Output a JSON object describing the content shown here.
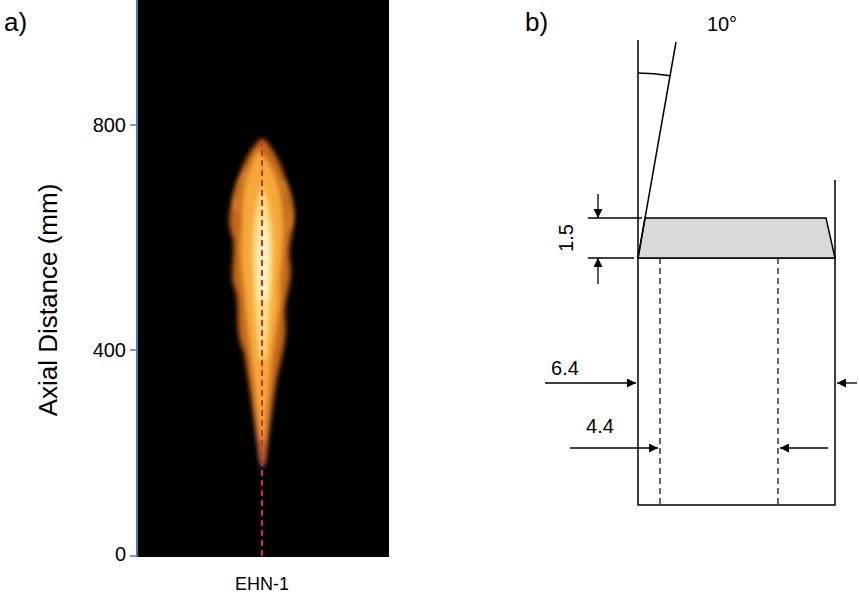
{
  "diagram": {
    "labels": [
      "a)",
      "b)",
      "800",
      "400",
      "0",
      "Axial Distance (mm)",
      "EHN-1",
      "10°",
      "1.5",
      "6.4",
      "4.4"
    ]
  }
}
